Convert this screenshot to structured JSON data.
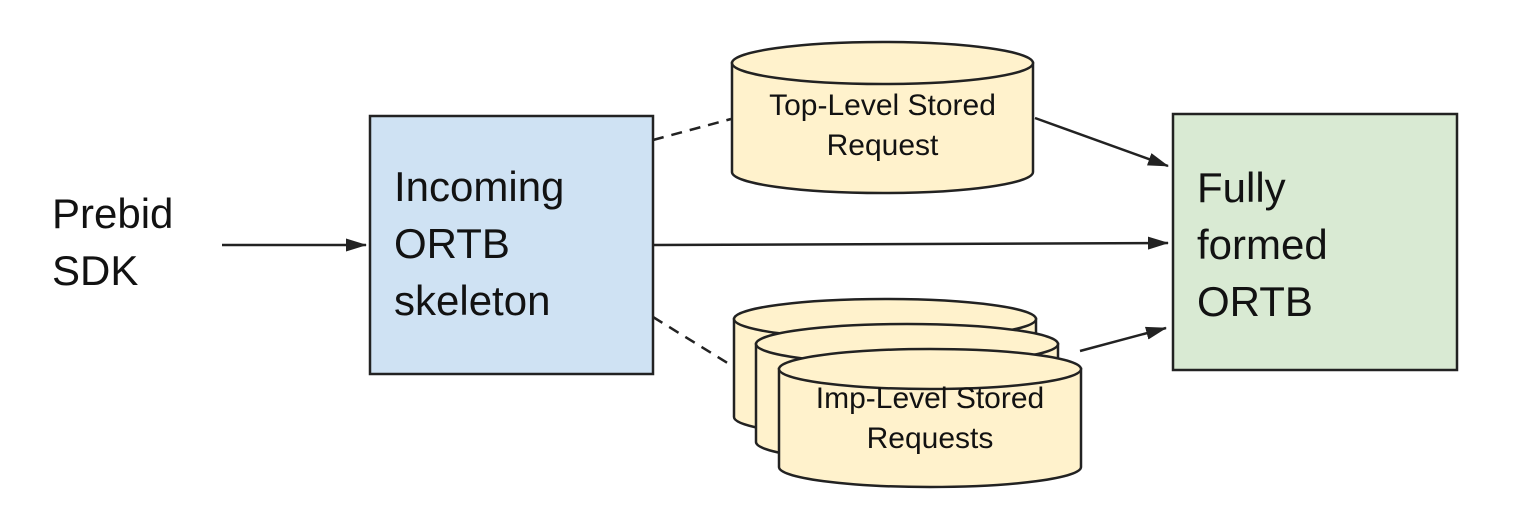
{
  "colors": {
    "background": "#ffffff",
    "box_blue_fill": "#cfe2f3",
    "box_green_fill": "#d9ead3",
    "cylinder_yellow_fill": "#fff2cc",
    "stroke": "#222222",
    "text": "#121212"
  },
  "nodes": {
    "prebid_sdk": {
      "label": "Prebid\nSDK"
    },
    "incoming_ortb": {
      "label": "Incoming\nORTB\nskeleton"
    },
    "top_level_stored_request": {
      "label": "Top-Level Stored\nRequest"
    },
    "imp_level_stored_requests": {
      "label": "Imp-Level Stored\nRequests"
    },
    "fully_formed_ortb": {
      "label": "Fully\nformed\nORTB"
    }
  },
  "edges": [
    {
      "from": "prebid_sdk",
      "to": "incoming_ortb",
      "style": "solid-arrow"
    },
    {
      "from": "incoming_ortb",
      "to": "top_level_stored_request",
      "style": "dashed"
    },
    {
      "from": "incoming_ortb",
      "to": "fully_formed_ortb",
      "style": "solid-arrow"
    },
    {
      "from": "incoming_ortb",
      "to": "imp_level_stored_requests",
      "style": "dashed"
    },
    {
      "from": "top_level_stored_request",
      "to": "fully_formed_ortb",
      "style": "solid-arrow"
    },
    {
      "from": "imp_level_stored_requests",
      "to": "fully_formed_ortb",
      "style": "solid-arrow"
    }
  ]
}
